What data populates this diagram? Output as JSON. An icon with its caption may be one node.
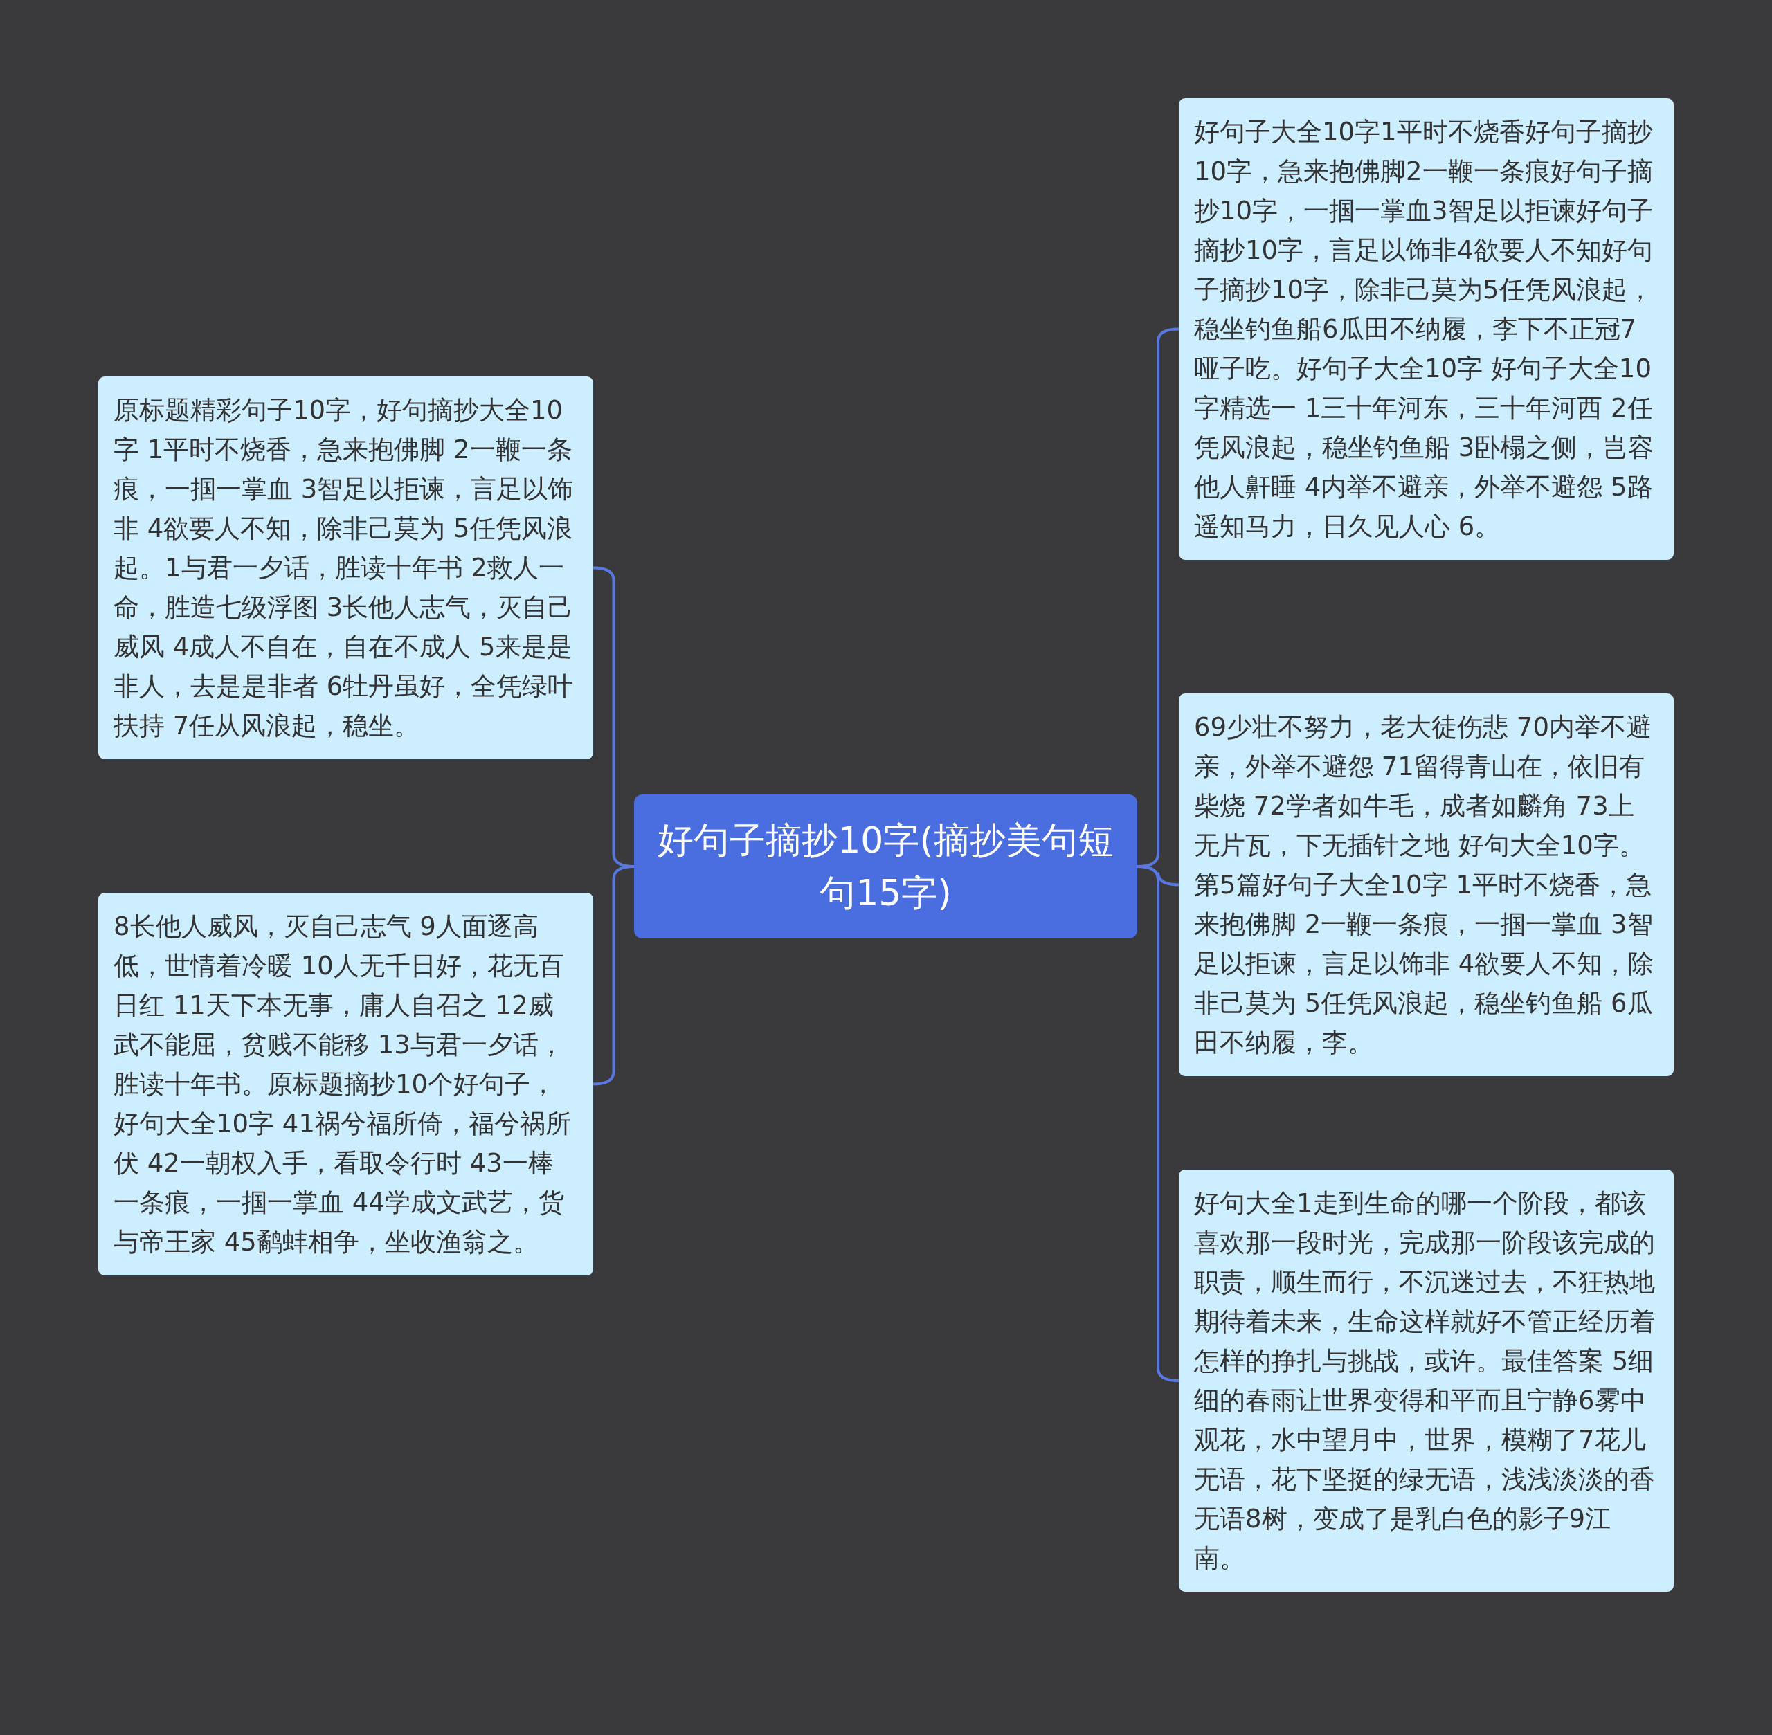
{
  "diagram": {
    "nodes": [
      {
        "text": [
          "好句子摘抄10字(摘抄美句短句15字)"
        ]
      },
      {
        "text": [
          "原标题精彩句子10字，好句摘抄大全10字 1平时不烧香，急来抱佛脚 2一鞭一条痕，一掴一掌血 3智足以拒谏，言足以饰非 4欲要人不知，除非己莫为 5任凭风浪起。1与君一夕话，胜读十年书 2救人一命，胜造七级浮图 3长他人志气，灭自己威风 4成人不自在，自在不成人 5来是是非人，去是是非者 6牡丹虽好，全凭绿叶扶持 7任从风浪起，稳坐。"
        ]
      },
      {
        "text": [
          "8长他人威风，灭自己志气 9人面逐高低，世情着冷暖 10人无千日好，花无百日红 11天下本无事，庸人自召之 12威武不能屈，贫贱不能移 13与君一夕话，胜读十年书。原标题摘抄10个好句子，好句大全10字 41祸兮福所倚，福兮祸所伏 42一朝权入手，看取令行时 43一棒一条痕，一掴一掌血 44学成文武艺，货与帝王家 45鹬蚌相争，坐收渔翁之。"
        ]
      },
      {
        "text": [
          "好句子大全10字1平时不烧香好句子摘抄10字，急来抱佛脚2一鞭一条痕好句子摘抄10字，一掴一掌血3智足以拒谏好句子摘抄10字，言足以饰非4欲要人不知好句子摘抄10字，除非己莫为5任凭风浪起，稳坐钓鱼船6瓜田不纳履，李下不正冠7哑子吃。好句子大全10字 好句子大全10字精选一 1三十年河东，三十年河西 2任凭风浪起，稳坐钓鱼船 3卧榻之侧，岂容他人鼾睡 4内举不避亲，外举不避怨 5路遥知马力，日久见人心 6。"
        ]
      },
      {
        "text": [
          "69少壮不努力，老大徒伤悲 70内举不避亲，外举不避怨 71留得青山在，依旧有柴烧 72学者如牛毛，成者如麟角 73上无片瓦，下无插针之地 好句大全10字。第5篇好句子大全10字 1平时不烧香，急来抱佛脚 2一鞭一条痕，一掴一掌血 3智足以拒谏，言足以饰非 4欲要人不知，除非己莫为 5任凭风浪起，稳坐钓鱼船 6瓜田不纳履，李。"
        ]
      },
      {
        "text": [
          "好句大全1走到生命的哪一个阶段，都该喜欢那一段时光，完成那一阶段该完成的职责，顺生而行，不沉迷过去，不狂热地期待着未来，生命这样就好不管正经历着怎样的挣扎与挑战，或许。最佳答案 5细细的春雨让世界变得和平而且宁静6雾中观花，水中望月中，世界，模糊了7花儿无语，花下坚挺的绿无语，浅浅淡淡的香无语8树，变成了是乳白色的影子9江南。"
        ]
      }
    ],
    "edges": [
      {
        "from": 0,
        "to": 1,
        "arrow": "none"
      },
      {
        "from": 0,
        "to": 2,
        "arrow": "none"
      },
      {
        "from": 0,
        "to": 3,
        "arrow": "none"
      },
      {
        "from": 0,
        "to": 4,
        "arrow": "none"
      },
      {
        "from": 0,
        "to": 5,
        "arrow": "none"
      }
    ]
  }
}
